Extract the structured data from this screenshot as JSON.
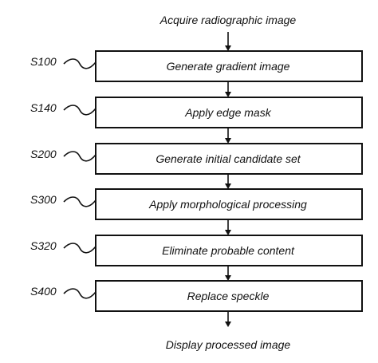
{
  "start_label": "Acquire radiographic image",
  "end_label": "Display processed image",
  "steps": [
    {
      "id": "S100",
      "label": "Generate gradient image"
    },
    {
      "id": "S140",
      "label": "Apply edge mask"
    },
    {
      "id": "S200",
      "label": "Generate initial candidate set"
    },
    {
      "id": "S300",
      "label": "Apply morphological processing"
    },
    {
      "id": "S320",
      "label": "Eliminate probable content"
    },
    {
      "id": "S400",
      "label": "Replace speckle"
    }
  ]
}
